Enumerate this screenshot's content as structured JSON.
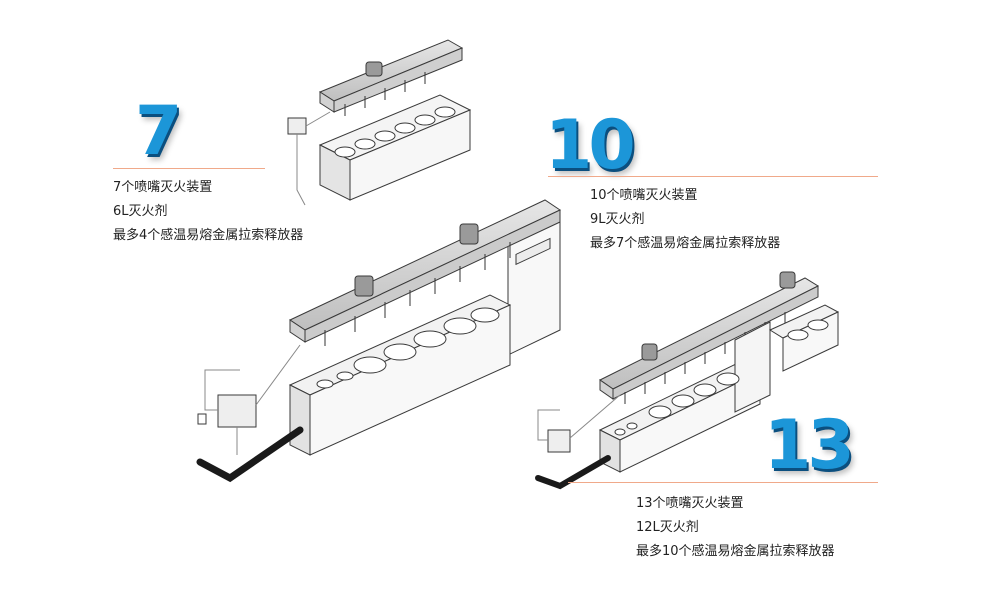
{
  "systems": [
    {
      "number": "7",
      "lines": [
        "7个喷嘴灭火装置",
        "6L灭火剂",
        "最多4个感温易熔金属拉索释放器"
      ]
    },
    {
      "number": "10",
      "lines": [
        "10个喷嘴灭火装置",
        "9L灭火剂",
        "最多7个感温易熔金属拉索释放器"
      ]
    },
    {
      "number": "13",
      "lines": [
        "13个喷嘴灭火装置",
        "12L灭火剂",
        "最多10个感温易熔金属拉索释放器"
      ]
    }
  ],
  "colors": {
    "number_blue": "#1c96d8",
    "divider": "#f0a98a",
    "line_art": "#3a3a3a",
    "pipe": "#1a1a1a"
  }
}
